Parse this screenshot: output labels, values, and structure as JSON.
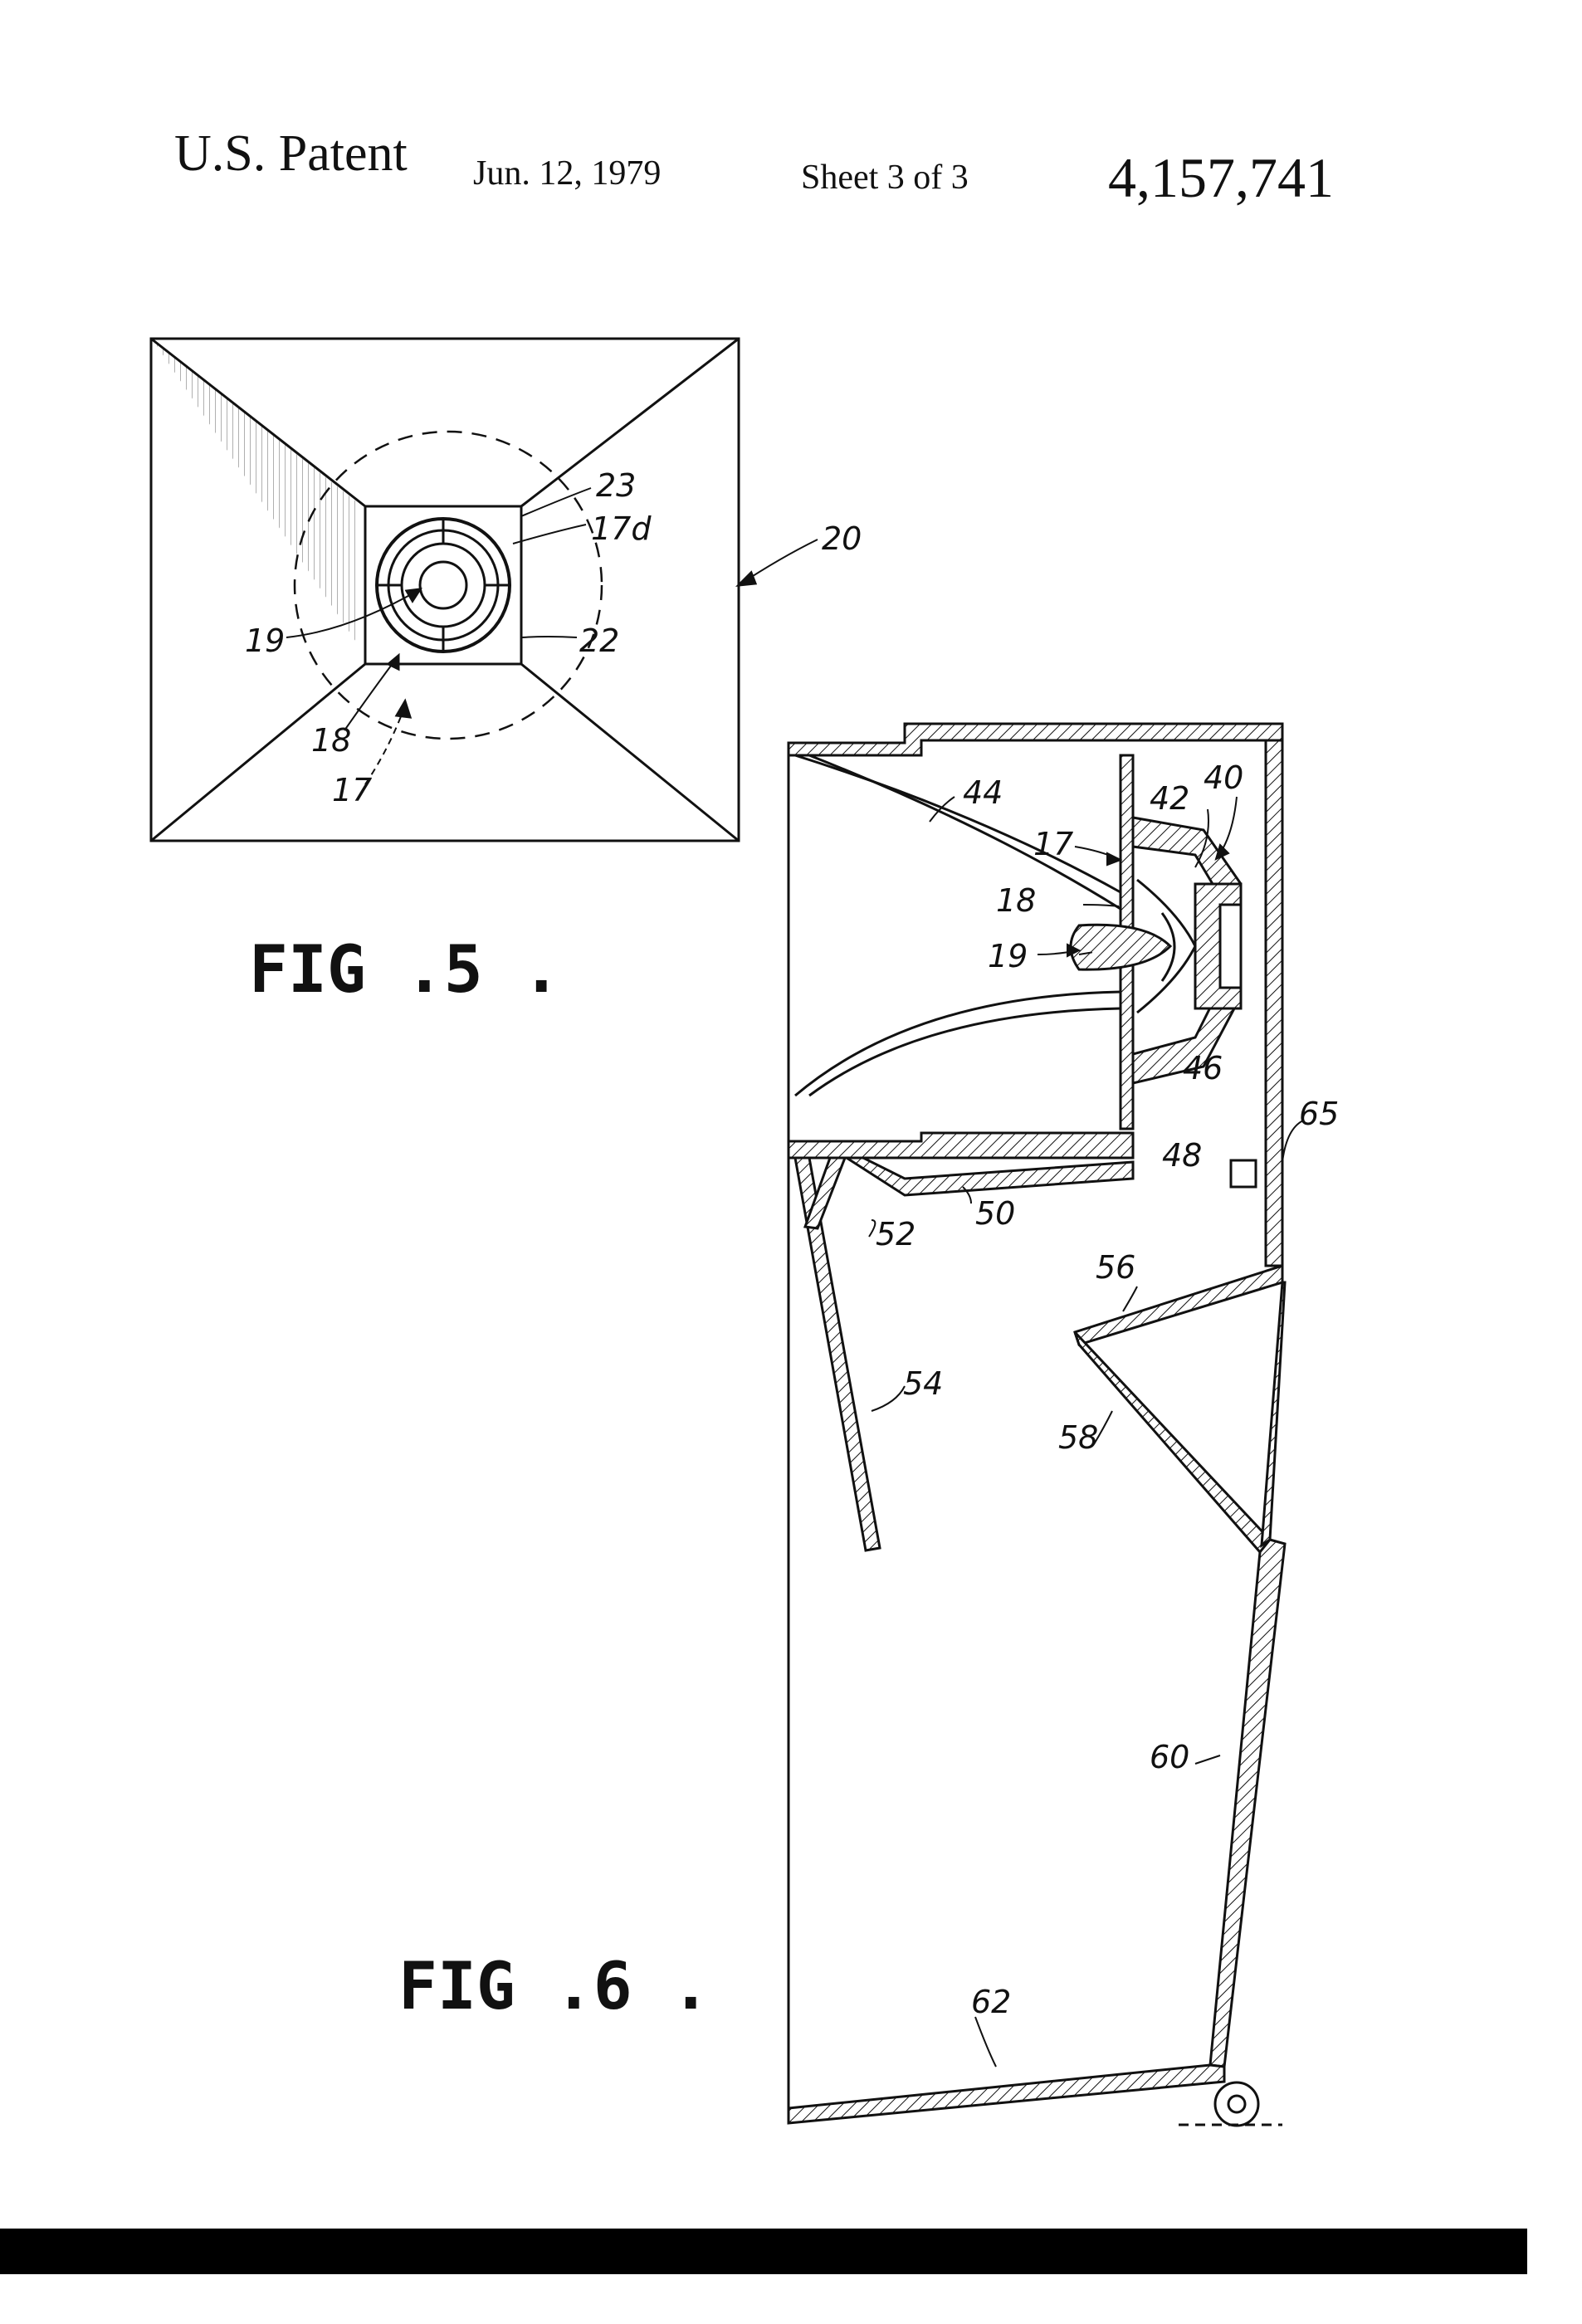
{
  "header": {
    "left": "U.S. Patent",
    "date": "Jun. 12, 1979",
    "sheet": "Sheet 3 of 3",
    "number": "4,157,741"
  },
  "fig5": {
    "caption": "FIG .5 .",
    "labels": {
      "l23": "23",
      "l17d": "17d",
      "l20": "20",
      "l19": "19",
      "l22": "22",
      "l18": "18",
      "l17": "17"
    }
  },
  "fig6": {
    "caption": "FIG .6 .",
    "labels": {
      "l44": "44",
      "l42": "42",
      "l40": "40",
      "l17": "17",
      "l18": "18",
      "l19": "19",
      "l46": "46",
      "l65": "65",
      "l48": "48",
      "l50": "50",
      "l52": "52",
      "l56": "56",
      "l54": "54",
      "l58": "58",
      "l60": "60",
      "l62": "62"
    }
  }
}
